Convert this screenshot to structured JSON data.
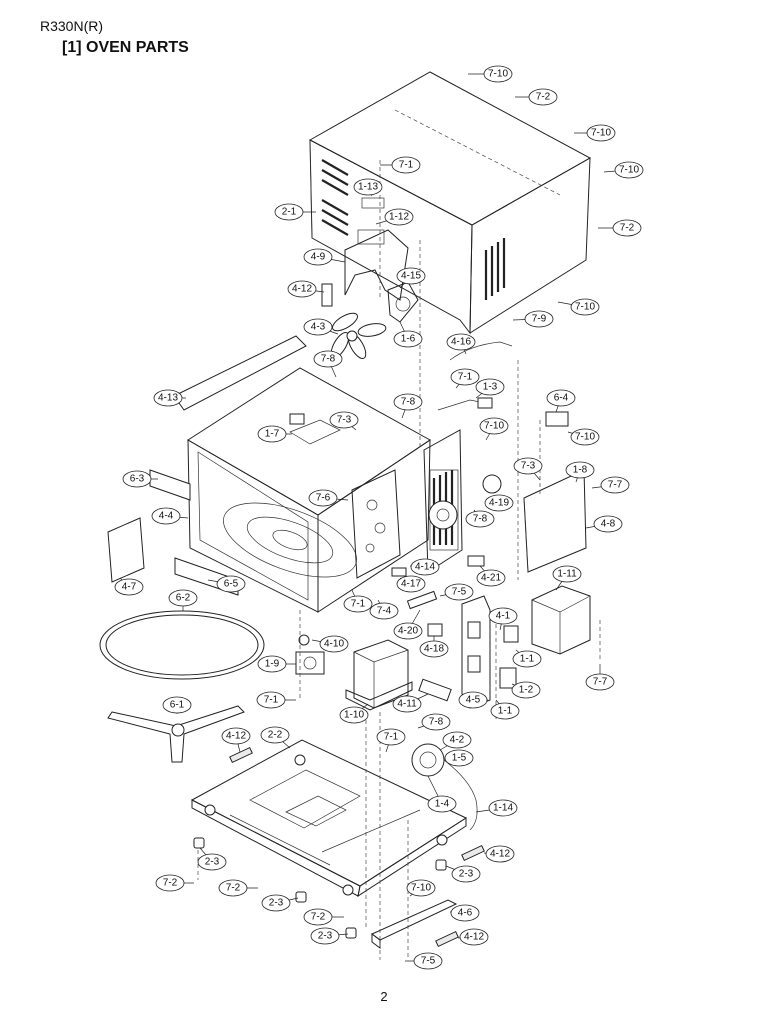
{
  "header": {
    "model": "R330N(R)",
    "section_title": "[1] OVEN PARTS"
  },
  "footer": {
    "page_number": "2"
  },
  "callouts": [
    "7-10",
    "7-2",
    "7-10",
    "7-10",
    "7-2",
    "7-10",
    "7-1",
    "1-13",
    "2-1",
    "1-12",
    "4-9",
    "4-15",
    "4-12",
    "7-9",
    "4-3",
    "1-6",
    "4-16",
    "7-8",
    "7-1",
    "1-3",
    "4-13",
    "7-8",
    "6-4",
    "7-3",
    "1-7",
    "7-10",
    "7-10",
    "6-3",
    "7-3",
    "1-8",
    "7-7",
    "7-6",
    "4-19",
    "4-4",
    "7-8",
    "4-8",
    "4-14",
    "4-7",
    "4-17",
    "4-21",
    "6-5",
    "1-11",
    "7-5",
    "6-2",
    "7-1",
    "7-4",
    "4-20",
    "4-1",
    "4-10",
    "4-18",
    "1-1",
    "1-9",
    "1-2",
    "7-7",
    "1-10",
    "4-11",
    "4-5",
    "7-1",
    "1-1",
    "6-1",
    "7-8",
    "4-12",
    "2-2",
    "7-1",
    "4-2",
    "1-5",
    "1-4",
    "1-14",
    "4-12",
    "2-3",
    "2-3",
    "7-2",
    "7-2",
    "7-10",
    "2-3",
    "4-6",
    "7-2",
    "2-3",
    "4-12",
    "7-5"
  ]
}
